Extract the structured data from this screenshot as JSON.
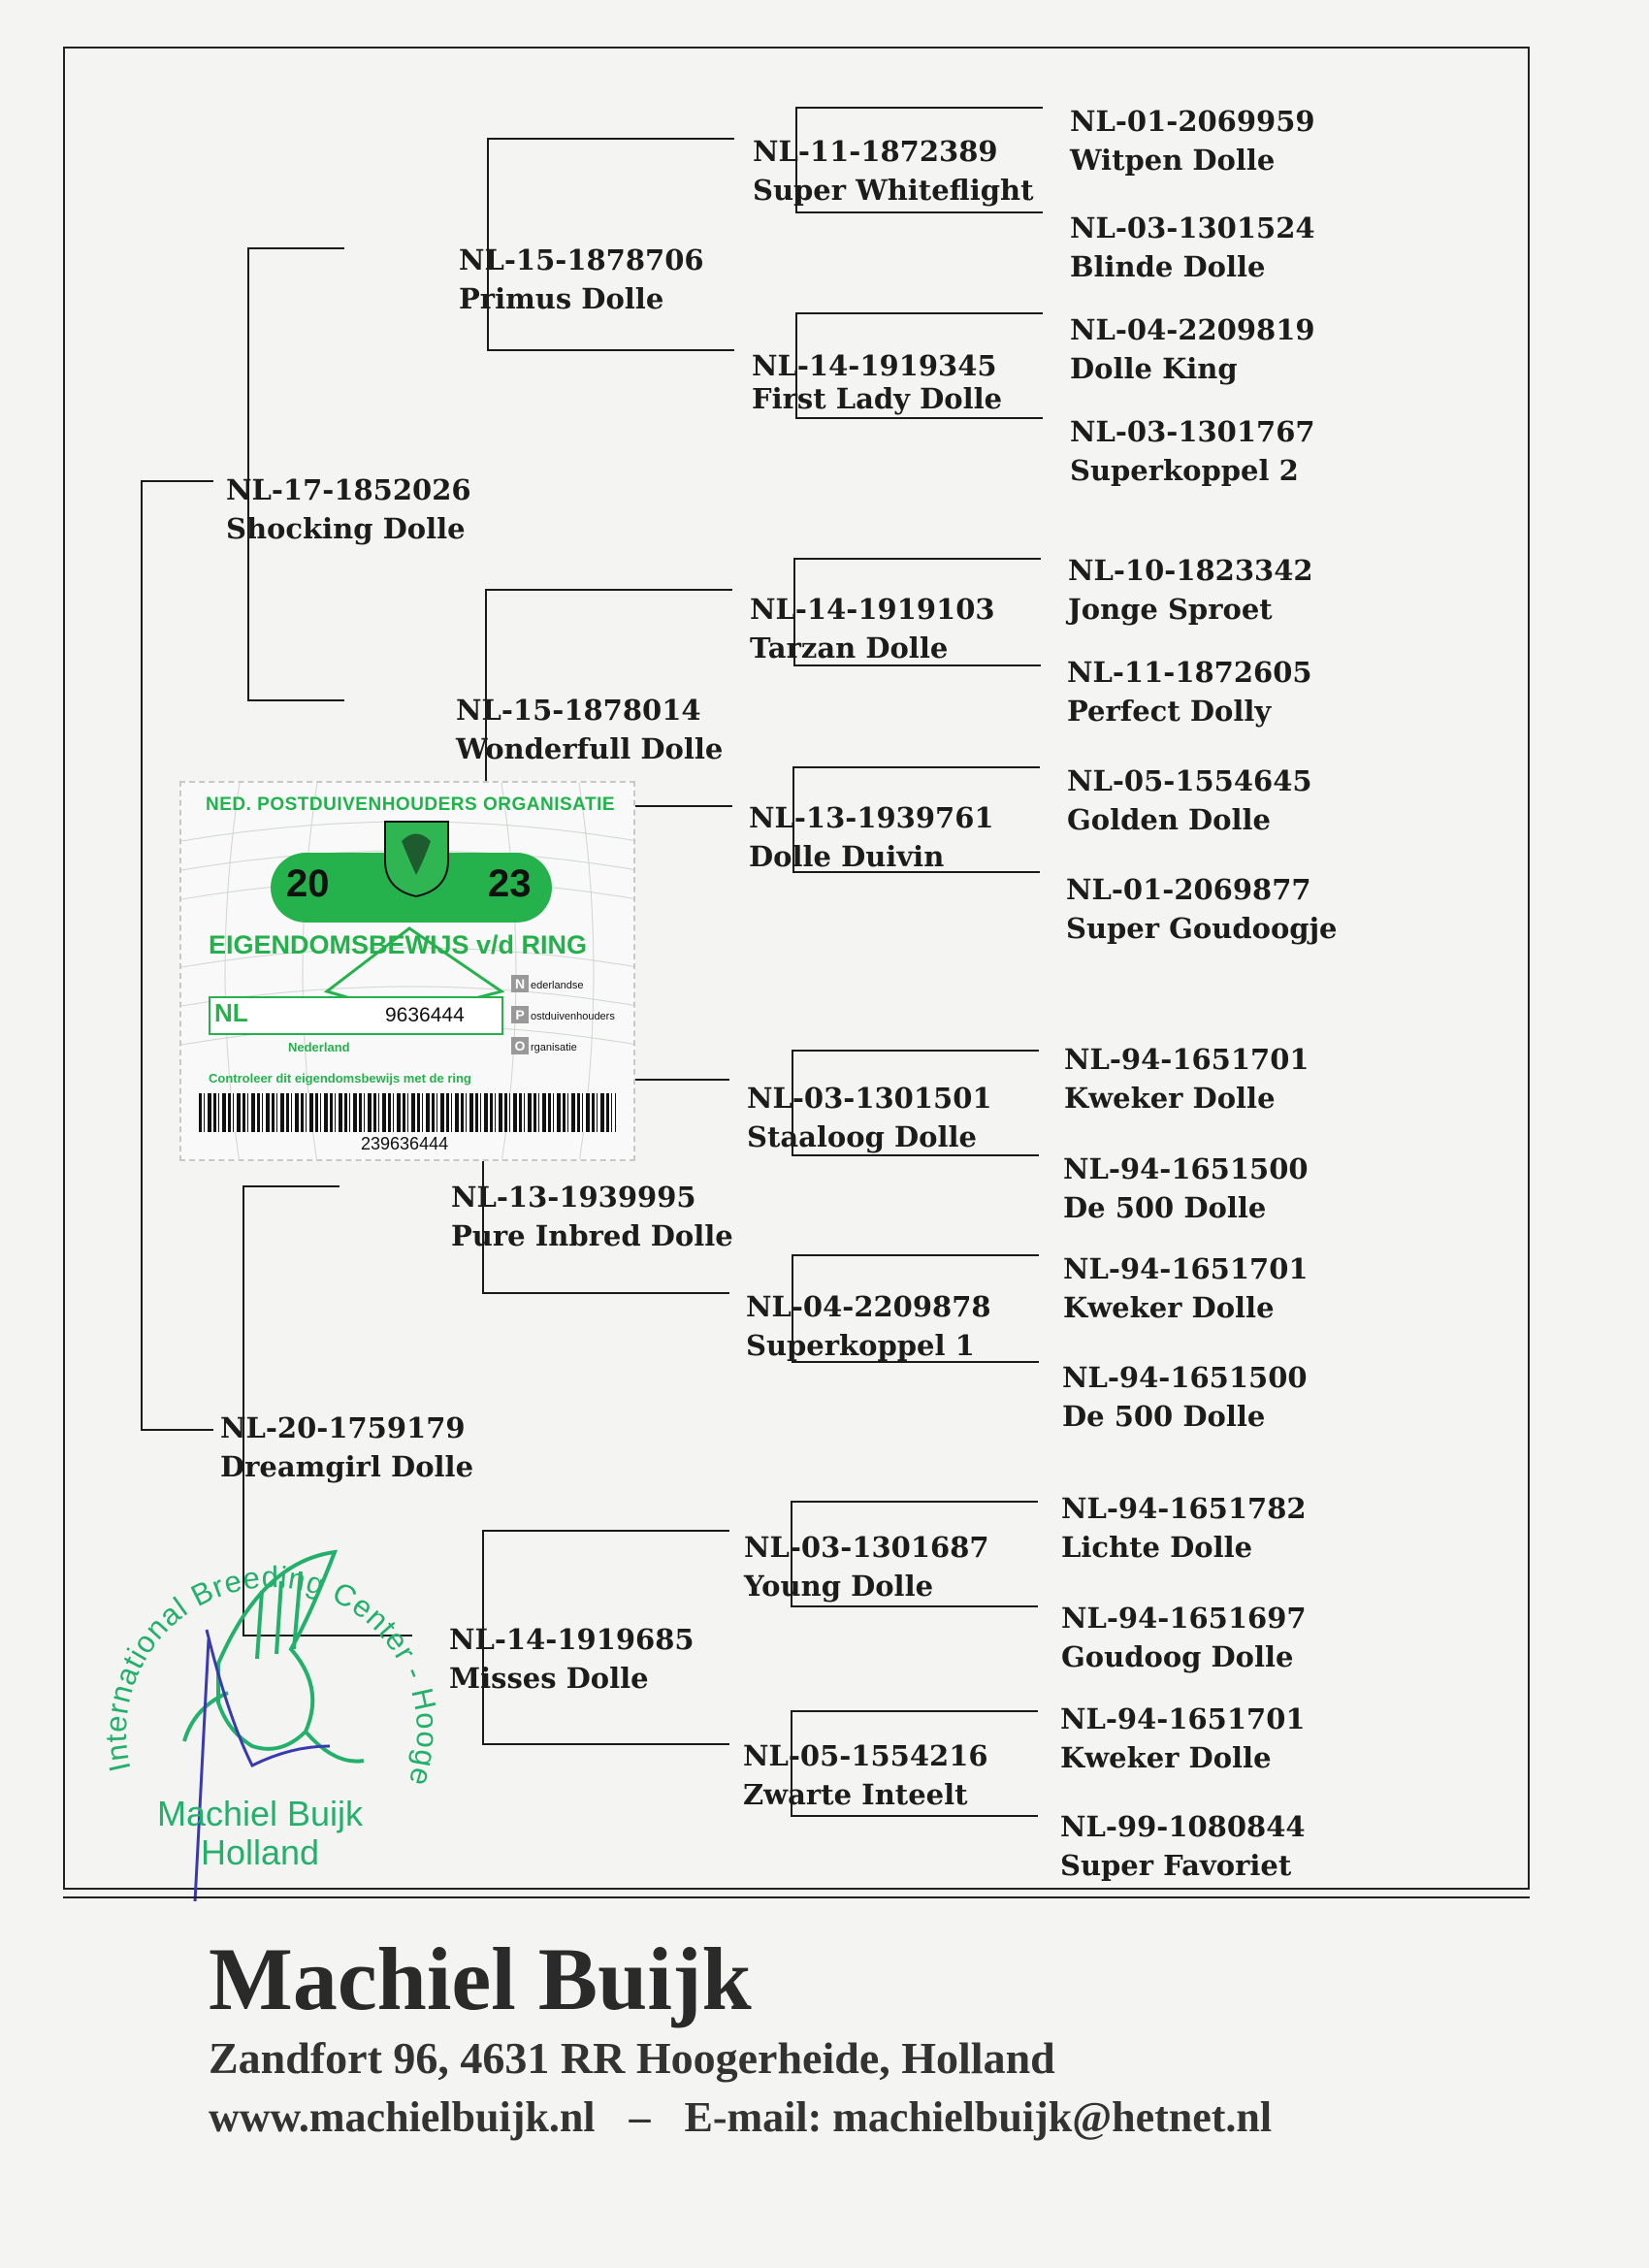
{
  "pedigree": {
    "gen1": [
      {
        "ring": "NL-17-1852026",
        "name": "Shocking Dolle"
      },
      {
        "ring": "NL-20-1759179",
        "name": "Dreamgirl Dolle"
      }
    ],
    "gen2": [
      {
        "ring": "NL-15-1878706",
        "name": "Primus Dolle"
      },
      {
        "ring": "NL-15-1878014",
        "name": "Wonderfull Dolle"
      },
      {
        "ring": "NL-13-1939995",
        "name": "Pure Inbred Dolle"
      },
      {
        "ring": "NL-14-1919685",
        "name": "Misses Dolle"
      }
    ],
    "gen3": [
      {
        "ring": "NL-11-1872389",
        "name": "Super Whiteflight"
      },
      {
        "ring": "NL-14-1919345",
        "name": "First Lady Dolle"
      },
      {
        "ring": "NL-14-1919103",
        "name": "Tarzan Dolle"
      },
      {
        "ring": "NL-13-1939761",
        "name": "Dolle Duivin"
      },
      {
        "ring": "NL-03-1301501",
        "name": "Staaloog Dolle"
      },
      {
        "ring": "NL-04-2209878",
        "name": "Superkoppel 1"
      },
      {
        "ring": "NL-03-1301687",
        "name": "Young Dolle"
      },
      {
        "ring": "NL-05-1554216",
        "name": "Zwarte Inteelt"
      }
    ],
    "gen4": [
      {
        "ring": "NL-01-2069959",
        "name": "Witpen Dolle"
      },
      {
        "ring": "NL-03-1301524",
        "name": "Blinde Dolle"
      },
      {
        "ring": "NL-04-2209819",
        "name": "Dolle King"
      },
      {
        "ring": "NL-03-1301767",
        "name": "Superkoppel 2"
      },
      {
        "ring": "NL-10-1823342",
        "name": "Jonge Sproet"
      },
      {
        "ring": "NL-11-1872605",
        "name": "Perfect Dolly"
      },
      {
        "ring": "NL-05-1554645",
        "name": "Golden Dolle"
      },
      {
        "ring": "NL-01-2069877",
        "name": "Super Goudoogje"
      },
      {
        "ring": "NL-94-1651701",
        "name": "Kweker Dolle"
      },
      {
        "ring": "NL-94-1651500",
        "name": "De 500 Dolle"
      },
      {
        "ring": "NL-94-1651701",
        "name": "Kweker Dolle"
      },
      {
        "ring": "NL-94-1651500",
        "name": "De 500 Dolle"
      },
      {
        "ring": "NL-94-1651782",
        "name": "Lichte Dolle"
      },
      {
        "ring": "NL-94-1651697",
        "name": "Goudoog Dolle"
      },
      {
        "ring": "NL-94-1651701",
        "name": "Kweker Dolle"
      },
      {
        "ring": "NL-99-1080844",
        "name": "Super Favoriet"
      }
    ]
  },
  "sticker": {
    "org": "NED. POSTDUIVENHOUDERS ORGANISATIE",
    "year_left": "20",
    "year_right": "23",
    "title": "EIGENDOMSBEWIJS v/d RING",
    "country_code": "NL",
    "ring_number": "9636444",
    "country": "Nederland",
    "npo": [
      "ederlandse",
      "ostduivenhouders",
      "rganisatie"
    ],
    "npo_letters": [
      "N",
      "P",
      "O"
    ],
    "check": "Controleer dit eigendomsbewijs met de ring",
    "barcode": "239636444"
  },
  "stamp": {
    "ring_text": "International Breeding Center - Hoogerheide Holland",
    "name_line1": "Machiel Buijk",
    "name_line2": "Holland"
  },
  "footer": {
    "name": "Machiel Buijk",
    "address": "Zandfort 96, 4631 RR Hoogerheide, Holland",
    "website": "www.machielbuijk.nl",
    "separator": "–",
    "email": "E-mail: machielbuijk@hetnet.nl"
  },
  "colors": {
    "stamp_green": "#23b06a",
    "sticker_green": "#25b24c",
    "ink": "#1c1c1c"
  }
}
